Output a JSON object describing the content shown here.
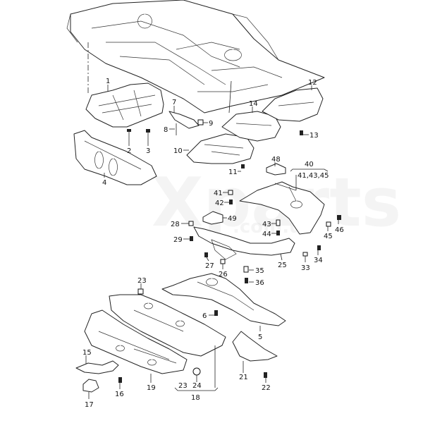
{
  "watermark": {
    "brand": "Xparts",
    "domain": ".com.ua"
  },
  "callouts": [
    "1",
    "2",
    "3",
    "4",
    "7",
    "8",
    "9",
    "10",
    "11",
    "12",
    "13",
    "14",
    "48",
    "40",
    "41,43,45",
    "41",
    "42",
    "49",
    "28",
    "29",
    "43",
    "44",
    "45",
    "46",
    "27",
    "26",
    "25",
    "33",
    "34",
    "35",
    "36",
    "23",
    "6",
    "5",
    "15",
    "16",
    "17",
    "19",
    "21",
    "22",
    "23",
    "24",
    "18"
  ]
}
